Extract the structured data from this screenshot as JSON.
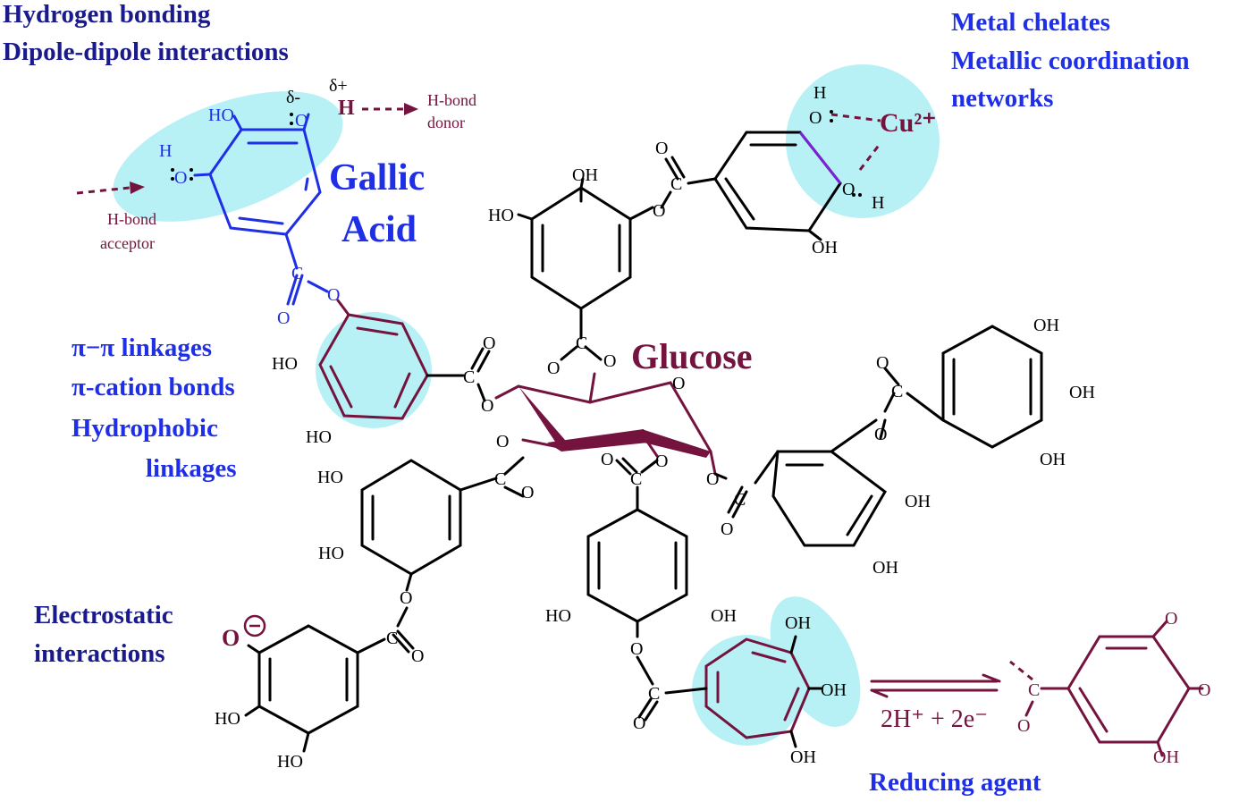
{
  "labels": {
    "hbond_title": "Hydrogen bonding",
    "dipole": "Dipole-dipole interactions",
    "metal_chelates": "Metal chelates",
    "metallic_coord": "Metallic coordination",
    "networks": "networks",
    "gallic": "Gallic",
    "acid": "Acid",
    "glucose": "Glucose",
    "pi_pi": "π−π linkages",
    "pi_cation": "π-cation bonds",
    "hydrophobic": "Hydrophobic",
    "linkages": "linkages",
    "electrostatic": "Electrostatic",
    "interactions": "interactions",
    "reducing_agent": "Reducing agent",
    "hbond_donor_1": "H-bond",
    "hbond_donor_2": "donor",
    "hbond_acceptor_1": "H-bond",
    "hbond_acceptor_2": "acceptor",
    "electrons": "2H⁺ + 2e⁻",
    "copper": "Cu²⁺",
    "delta_minus": "δ-",
    "delta_plus": "δ+",
    "oxide_anion": "O"
  },
  "atoms": {
    "oh": "OH",
    "ho": "HO",
    "o": "O",
    "c": "C",
    "h": "H"
  },
  "colors": {
    "navy": "#1a1a8c",
    "blue": "#1f2fe6",
    "maroon": "#74133e",
    "highlight": "#b7f1f5"
  }
}
